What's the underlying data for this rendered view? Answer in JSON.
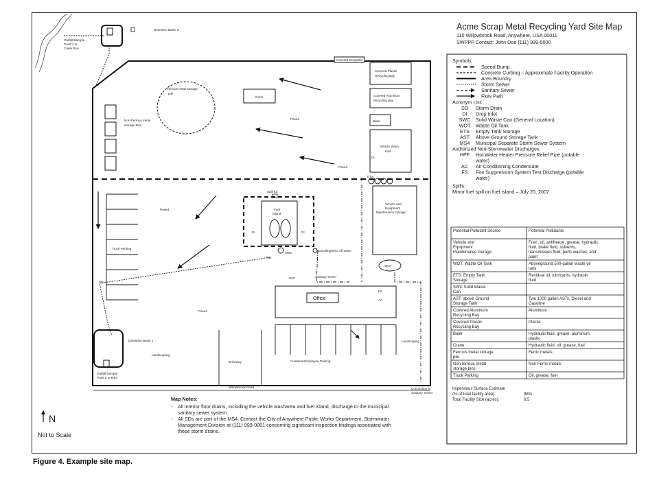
{
  "caption": "Figure 4. Example site map.",
  "header": {
    "title": "Acme Scrap Metal Recycling Yard Site Map",
    "address": "110 Willowbrook Road, Anywhere, USA 00011",
    "contact": "SWPPP Contact: John Doe (111) 999-0000"
  },
  "legend": {
    "symbols_title": "Symbols:",
    "symbols": [
      {
        "kind": "speed-bump",
        "label": "Speed Bump"
      },
      {
        "kind": "curbing",
        "label": "Concrete Curbing – Approximate Facility Operation"
      },
      {
        "kind": "area-boundary",
        "label": "Area Boundry"
      },
      {
        "kind": "storm-sewer",
        "label": "Storm Sewer"
      },
      {
        "kind": "sanitary-sewer",
        "label": "Sanitary Sewer"
      },
      {
        "kind": "flow-path",
        "label": "Flow Path"
      }
    ],
    "acronyms_title": "Acronym List:",
    "acronyms": [
      {
        "code": "SD",
        "text": "Storm Drain"
      },
      {
        "code": "DI",
        "text": "Drop Inlet"
      },
      {
        "code": "SWC",
        "text": "Solid Waste Can (General Location)"
      },
      {
        "code": "WOT",
        "text": "Waste Oil Tank"
      },
      {
        "code": "ETS",
        "text": "Empty Tank Storage"
      },
      {
        "code": "AST",
        "text": "Above Ground Storage Tank"
      },
      {
        "code": "MS4",
        "text": "Municipal Separate Storm Sewer System"
      }
    ],
    "discharges_title": "Authorized Non-Stormwater Discharges:",
    "discharges": [
      {
        "code": "HPF",
        "lines": [
          "Hot Water Heater Pressure Relief Pipe (potable",
          "water)"
        ]
      },
      {
        "code": "AC",
        "lines": [
          "Air Conditioning Condensate"
        ]
      },
      {
        "code": "FS",
        "lines": [
          "Fire Suppression System Test Discharge (potable",
          "water)"
        ]
      }
    ],
    "spills_title": "Spills:",
    "spills_text": "Minor fuel spill on fuel island – July 20, 2007"
  },
  "table": {
    "headers": [
      "Potential Pollutant Source",
      "Potential Pollutants"
    ],
    "rows": [
      {
        "source": [
          "Vehicle and",
          "Equipment",
          "Maintenance Garage"
        ],
        "pollutants": [
          "Fuel , oil, antifreeze, grease, hydraulic",
          "fluid, brake fluid, solvents,",
          "transmission fluid, parts washes, and",
          "paint"
        ]
      },
      {
        "source": [
          "WOT: Waste Oil Tank"
        ],
        "pollutants": [
          "Aboveground 500-gallon waste oil",
          "tank"
        ]
      },
      {
        "source": [
          "ETS: Empty Tank",
          "Storage"
        ],
        "pollutants": [
          "Residual oil, lubricants, hydraulic",
          "fluid"
        ]
      },
      {
        "source": [
          "SWC Solid Waste",
          "Can"
        ],
        "pollutants": []
      },
      {
        "source": [
          "AST: above Ground",
          "Storage Tank"
        ],
        "pollutants": [
          "Two 1000 gallon ASTs, Diesel and",
          "Gasoline"
        ]
      },
      {
        "source": [
          "Covered Aluminum",
          "Recycling Bay"
        ],
        "pollutants": [
          "Aluminum"
        ]
      },
      {
        "source": [
          "Covered Plastic",
          "Recycling Bay"
        ],
        "pollutants": [
          "Plastic"
        ]
      },
      {
        "source": [
          "Baler"
        ],
        "pollutants": [
          "Hydraulic fluid, grease, aluminum,",
          "plastic"
        ]
      },
      {
        "source": [
          "Crane"
        ],
        "pollutants": [
          "Hydraulic fluid, oil, grease, fuel"
        ]
      },
      {
        "source": [
          "Ferrous metal storage",
          "pile"
        ],
        "pollutants": [
          "Ferric metals"
        ]
      },
      {
        "source": [
          "Non-ferrous metal",
          "storage bins"
        ],
        "pollutants": [
          "Non-Ferric metals"
        ]
      },
      {
        "source": [
          "Truck Parking"
        ],
        "pollutants": [
          "Oil, grease, fuel"
        ]
      }
    ]
  },
  "impervious": {
    "title": "Impervious Surface Estimate",
    "pct_label": "(% of total facility area):",
    "pct_value": "98%",
    "size_label": "Total Facility Size (acres):",
    "size_value": "6.5"
  },
  "notes": {
    "title": "Map Notes:",
    "items": [
      [
        "All interior floor drains, including the vehicle washarea and fuel island, discharge to the municipal",
        "sanitary sewer system."
      ],
      [
        "All SDs are part of the MS4. Contact the City of  Anywhere Public Works Department, Stormwater",
        "Management Division at (111) 999-0001 concerning significant inspection findings associated with",
        "these storm drains."
      ]
    ]
  },
  "compass": {
    "letter": "N",
    "scale": "Not to Scale"
  },
  "map": {
    "detention_basin_2": "Detention Basin 2",
    "detention_basin_1": "Detention Basin 1",
    "outfall_1": [
      "Outfall/Sample",
      "Point 1 to",
      "Creek Run"
    ],
    "outfall_2": [
      "Outfall/Sample",
      "Point 2 to MS4"
    ],
    "covered_dumpster": "Covered Dumpster",
    "plastic_bay": [
      "Covered Plastic",
      "Recycling Bay"
    ],
    "aluminum_bay": [
      "Covered Aluminum",
      "Recycling Bay"
    ],
    "baler": "Baler",
    "vehicle_wash": [
      "Vehicle Wash",
      "Pad"
    ],
    "ferrous_pile": [
      "Ferrous metal storage",
      "pile"
    ],
    "crane": "Crane",
    "non_ferrous": [
      "Non-Ferrous metal",
      "storage bins"
    ],
    "paved": "Paved",
    "garage": [
      "Vehicle and",
      "Equipment",
      "Maintenance Garage"
    ],
    "fuel_island": [
      "Fuel",
      "Island"
    ],
    "spill_kit": "Spill Kit",
    "ets": "ETS",
    "wot": "WOT",
    "swc": "SWC",
    "hpf": "HPF",
    "sd": "SD",
    "di": "DI",
    "ast": "AST",
    "fs": "FS",
    "ac": "AC",
    "shutoff_valve": "Sampling/Shut off Valve",
    "sanitary_sewer": "Sanitary Sewer",
    "truck_parking": "Truck Parking",
    "office": "Office",
    "landscaping": "Landscaping",
    "customer_parking": "Customer/Employee Parking",
    "driveway": "Driveway",
    "road": "Willowbrook Road",
    "connection": [
      "Connection to",
      "Sanitary Sewer"
    ]
  }
}
